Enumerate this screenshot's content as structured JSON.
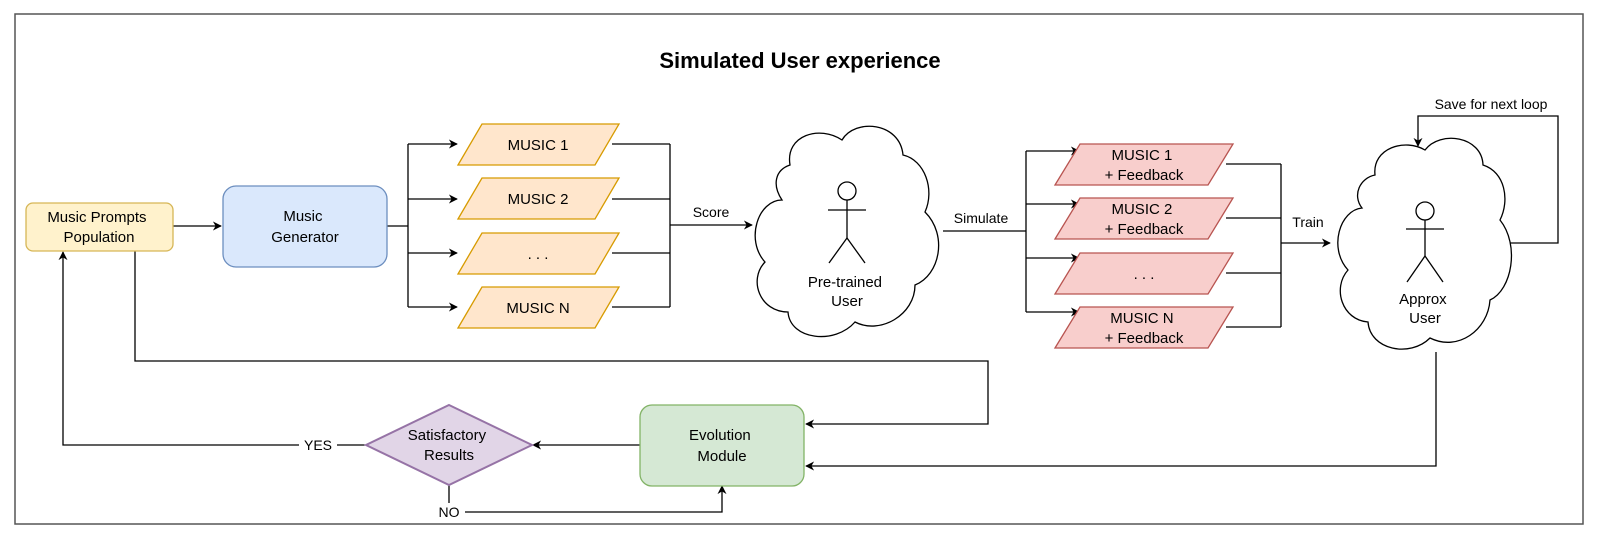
{
  "title": "Simulated User experience",
  "nodes": {
    "prompts": {
      "lines": [
        "Music Prompts",
        "Population"
      ],
      "fill": "#fff2cc",
      "stroke": "#d6b656"
    },
    "generator": {
      "lines": [
        "Music",
        "Generator"
      ],
      "fill": "#dae8fc",
      "stroke": "#6c8ebf"
    },
    "music_outputs": {
      "fill": "#ffe6cc",
      "stroke": "#d79b00",
      "items": [
        {
          "label": "MUSIC 1"
        },
        {
          "label": "MUSIC 2"
        },
        {
          "label": ". . ."
        },
        {
          "label": "MUSIC N"
        }
      ]
    },
    "pretrained_user": {
      "lines": [
        "Pre-trained",
        "User"
      ]
    },
    "feedback_outputs": {
      "fill": "#f8cecc",
      "stroke": "#b85450",
      "items": [
        {
          "line1": "MUSIC 1",
          "line2": "+ Feedback"
        },
        {
          "line1": "MUSIC 2",
          "line2": "+ Feedback"
        },
        {
          "line1": ". . .",
          "line2": ""
        },
        {
          "line1": "MUSIC N",
          "line2": "+ Feedback"
        }
      ]
    },
    "approx_user": {
      "lines": [
        "Approx",
        "User"
      ]
    },
    "evolution": {
      "lines": [
        "Evolution",
        "Module"
      ],
      "fill": "#d5e8d4",
      "stroke": "#82b366"
    },
    "decision": {
      "lines": [
        "Satisfactory",
        "Results"
      ],
      "fill": "#e1d5e7",
      "stroke": "#9673a6"
    }
  },
  "edge_labels": {
    "score": "Score",
    "simulate": "Simulate",
    "train": "Train",
    "save_loop": "Save for next loop",
    "yes": "YES",
    "no": "NO"
  }
}
